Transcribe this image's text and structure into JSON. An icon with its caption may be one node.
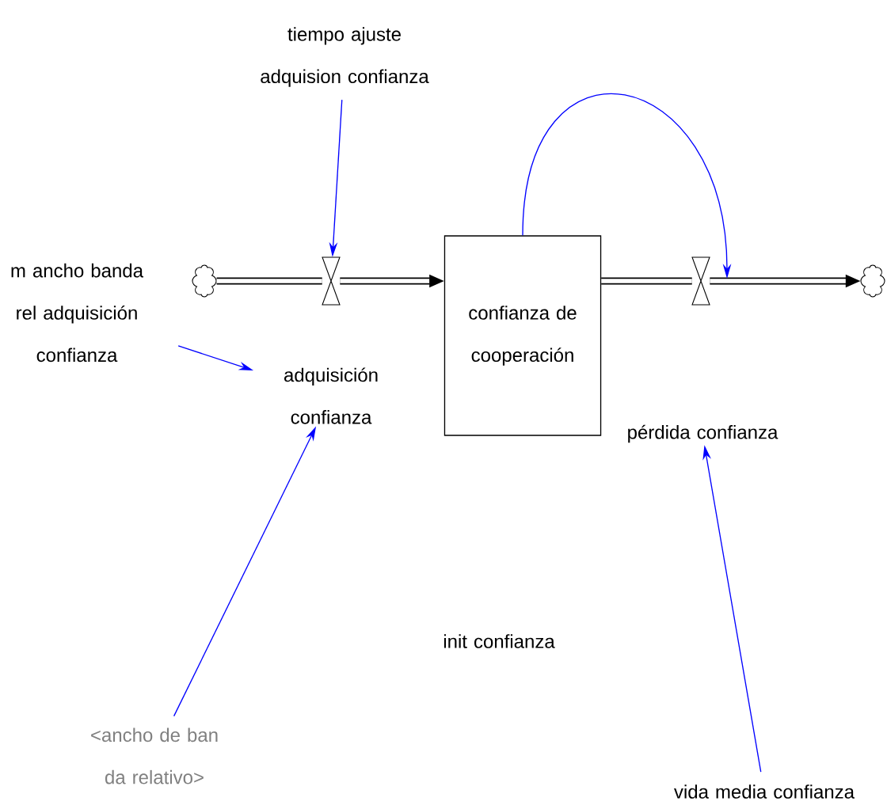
{
  "diagram": {
    "nodes": [
      {
        "text": [],
        "shape": "cloud"
      },
      {
        "text": [],
        "shape": "valve"
      },
      {
        "text": [
          "confianza de cooperación"
        ]
      },
      {
        "text": [],
        "shape": "valve"
      },
      {
        "text": [],
        "shape": "cloud"
      },
      {
        "text": [
          "tiempo ajuste adquision confianza"
        ]
      },
      {
        "text": [
          "m ancho banda rel adquisición confianza"
        ]
      },
      {
        "text": [
          "adquisición confianza"
        ]
      },
      {
        "text": [
          "pérdida confianza"
        ]
      },
      {
        "text": [
          "<ancho de ban da relativo>"
        ]
      },
      {
        "text": [
          "vida media confianza"
        ]
      }
    ],
    "edges": [
      {
        "from": 0,
        "to": 1,
        "arrow": "none",
        "style": "thick",
        "color": "#000000"
      },
      {
        "from": 1,
        "to": 2,
        "arrow": "to",
        "style": "thick",
        "color": "#000000"
      },
      {
        "from": 2,
        "to": 3,
        "arrow": "none",
        "style": "thick",
        "color": "#000000"
      },
      {
        "from": 3,
        "to": 4,
        "arrow": "to",
        "style": "thick",
        "color": "#000000"
      },
      {
        "from": 5,
        "to": 1,
        "arrow": "to"
      },
      {
        "from": 6,
        "to": 7,
        "arrow": "to"
      },
      {
        "from": 9,
        "to": 7,
        "arrow": "to"
      },
      {
        "from": 2,
        "to": 3,
        "arrow": "to"
      },
      {
        "from": 10,
        "to": 8,
        "arrow": "to"
      }
    ],
    "labels": [
      "init confianza"
    ]
  }
}
